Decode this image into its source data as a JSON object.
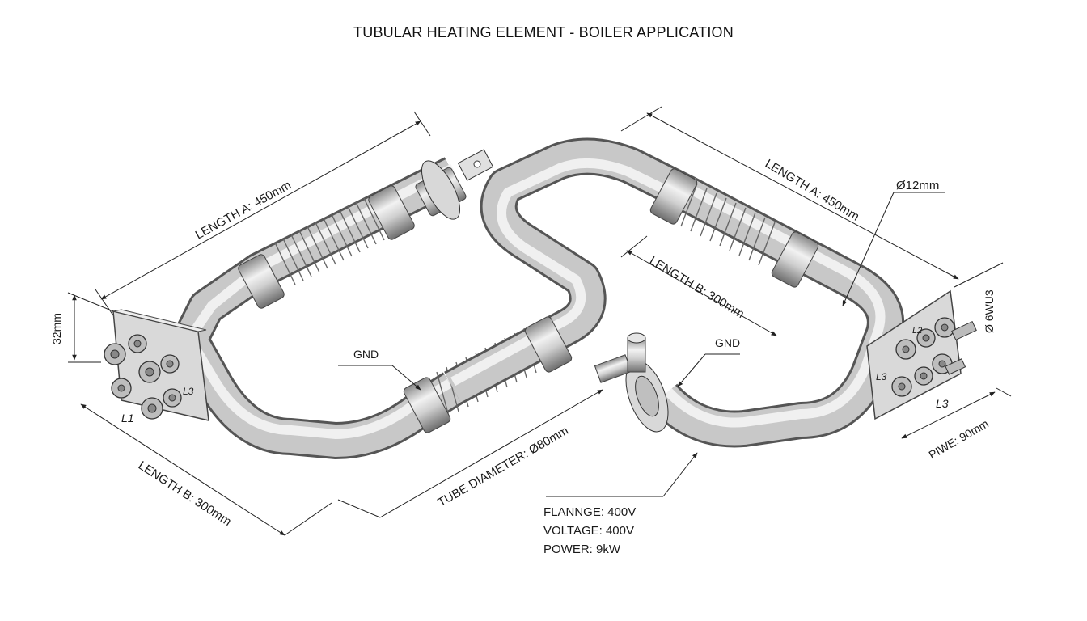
{
  "title": "TUBULAR HEATING ELEMENT - BOILER APPLICATION",
  "labels": {
    "length_a_left": "LENGTH A: 450mm",
    "length_a_right": "LENGTH A: 450mm",
    "length_b_left": "LENGTH B: 300mm",
    "length_b_right": "LENGTH B: 300mm",
    "diameter_12": "Ø12mm",
    "height_32": "32mm",
    "gnd_left": "GND",
    "gnd_right": "GND",
    "tube_diameter": "TUBE DIAMETER: Ø80mm",
    "terminal_l1": "L1",
    "terminal_l3_left": "L3",
    "terminal_l3_right_a": "L3",
    "terminal_l3_right_b": "L3",
    "terminal_l2": "L2",
    "side_code": "Ø 6WU3",
    "pwe": "PIWE: 90mm"
  },
  "specs": [
    "FLANNGE: 400V",
    "VOLTAGE: 400V",
    "POWER: 9kW"
  ]
}
